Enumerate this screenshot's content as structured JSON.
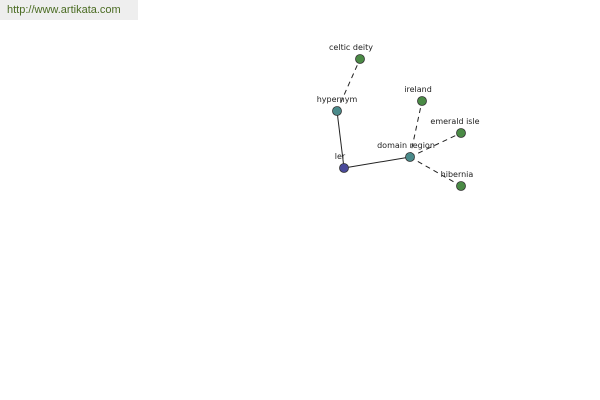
{
  "header": {
    "url": "http://www.artikata.com"
  },
  "colors": {
    "root": "#4a4a9a",
    "relation": "#4a8a8a",
    "leaf": "#4a8a45",
    "edge": "#222222",
    "url_text": "#4a6b22"
  },
  "graph": {
    "nodes": [
      {
        "id": "ler",
        "label": "ler",
        "kind": "root"
      },
      {
        "id": "hypernym",
        "label": "hypernym",
        "kind": "relation"
      },
      {
        "id": "domain_region",
        "label": "domain region",
        "kind": "relation"
      },
      {
        "id": "celtic_deity",
        "label": "celtic deity",
        "kind": "leaf"
      },
      {
        "id": "ireland",
        "label": "ireland",
        "kind": "leaf"
      },
      {
        "id": "emerald_isle",
        "label": "emerald isle",
        "kind": "leaf"
      },
      {
        "id": "hibernia",
        "label": "hibernia",
        "kind": "leaf"
      }
    ],
    "edges": [
      {
        "from": "ler",
        "to": "hypernym",
        "style": "solid"
      },
      {
        "from": "ler",
        "to": "domain_region",
        "style": "solid"
      },
      {
        "from": "hypernym",
        "to": "celtic_deity",
        "style": "dashed"
      },
      {
        "from": "domain_region",
        "to": "ireland",
        "style": "dashed"
      },
      {
        "from": "domain_region",
        "to": "emerald_isle",
        "style": "dashed"
      },
      {
        "from": "domain_region",
        "to": "hibernia",
        "style": "dashed"
      }
    ]
  }
}
